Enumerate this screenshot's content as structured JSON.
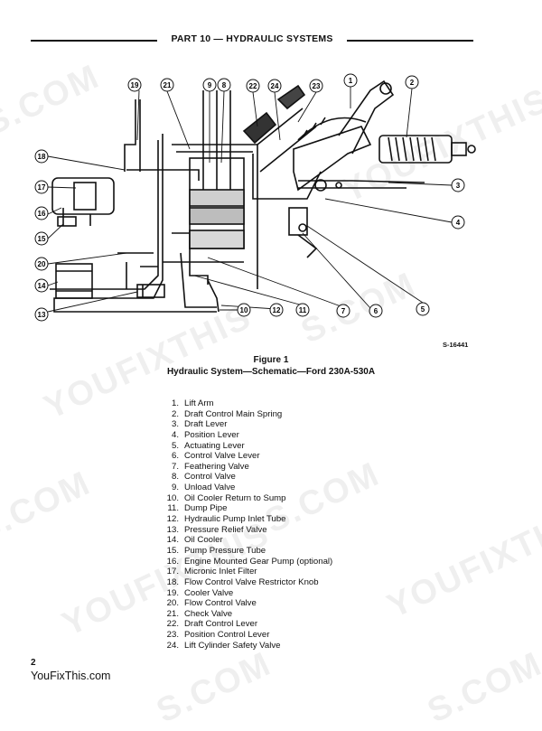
{
  "header": {
    "title": "PART 10 — HYDRAULIC SYSTEMS"
  },
  "figure": {
    "id": "S-16441",
    "caption_line1": "Figure 1",
    "caption_line2": "Hydraulic System—Schematic—Ford 230A-530A",
    "callout_numbers": [
      "1",
      "2",
      "3",
      "4",
      "5",
      "6",
      "7",
      "8",
      "9",
      "10",
      "11",
      "12",
      "13",
      "14",
      "15",
      "16",
      "17",
      "18",
      "19",
      "20",
      "21",
      "22",
      "23",
      "24"
    ]
  },
  "legend": [
    {
      "num": "1.",
      "label": "Lift Arm"
    },
    {
      "num": "2.",
      "label": "Draft Control Main Spring"
    },
    {
      "num": "3.",
      "label": "Draft Lever"
    },
    {
      "num": "4.",
      "label": "Position Lever"
    },
    {
      "num": "5.",
      "label": "Actuating Lever"
    },
    {
      "num": "6.",
      "label": "Control Valve Lever"
    },
    {
      "num": "7.",
      "label": "Feathering Valve"
    },
    {
      "num": "8.",
      "label": "Control Valve"
    },
    {
      "num": "9.",
      "label": "Unload Valve"
    },
    {
      "num": "10.",
      "label": "Oil Cooler Return to Sump"
    },
    {
      "num": "11.",
      "label": "Dump Pipe"
    },
    {
      "num": "12.",
      "label": "Hydraulic Pump Inlet Tube"
    },
    {
      "num": "13.",
      "label": "Pressure Relief Valve"
    },
    {
      "num": "14.",
      "label": "Oil Cooler"
    },
    {
      "num": "15.",
      "label": "Pump Pressure Tube"
    },
    {
      "num": "16.",
      "label": "Engine Mounted Gear Pump (optional)"
    },
    {
      "num": "17.",
      "label": "Micronic Inlet Filter"
    },
    {
      "num": "18.",
      "label": "Flow Control Valve Restrictor Knob"
    },
    {
      "num": "19.",
      "label": "Cooler Valve"
    },
    {
      "num": "20.",
      "label": "Flow Control Valve"
    },
    {
      "num": "21.",
      "label": "Check Valve"
    },
    {
      "num": "22.",
      "label": "Draft Control Lever"
    },
    {
      "num": "23.",
      "label": "Position Control Lever"
    },
    {
      "num": "24.",
      "label": "Lift Cylinder Safety Valve"
    }
  ],
  "footer": {
    "page_number": "2",
    "site": "YouFixThis.com"
  },
  "watermark": {
    "text_a": "YOUFIXTHIS",
    "text_b": "S.COM"
  }
}
